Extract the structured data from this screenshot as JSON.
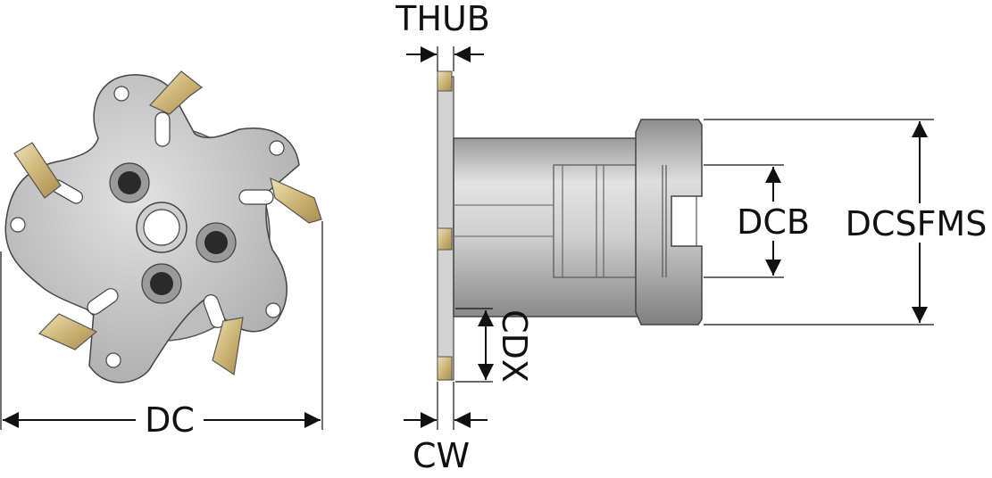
{
  "labels": {
    "thub": "THUB",
    "dc": "DC",
    "cw": "CW",
    "cdx": "CDX",
    "dcb": "DCB",
    "dcsfms": "DCSFMS"
  },
  "colors": {
    "body_light": "#dcdcdc",
    "body_mid": "#b9b9b9",
    "body_dark": "#8e8e8e",
    "insert_gold": "#c9b27a",
    "insert_light": "#e6d7a8",
    "dimension_line": "#111111"
  }
}
